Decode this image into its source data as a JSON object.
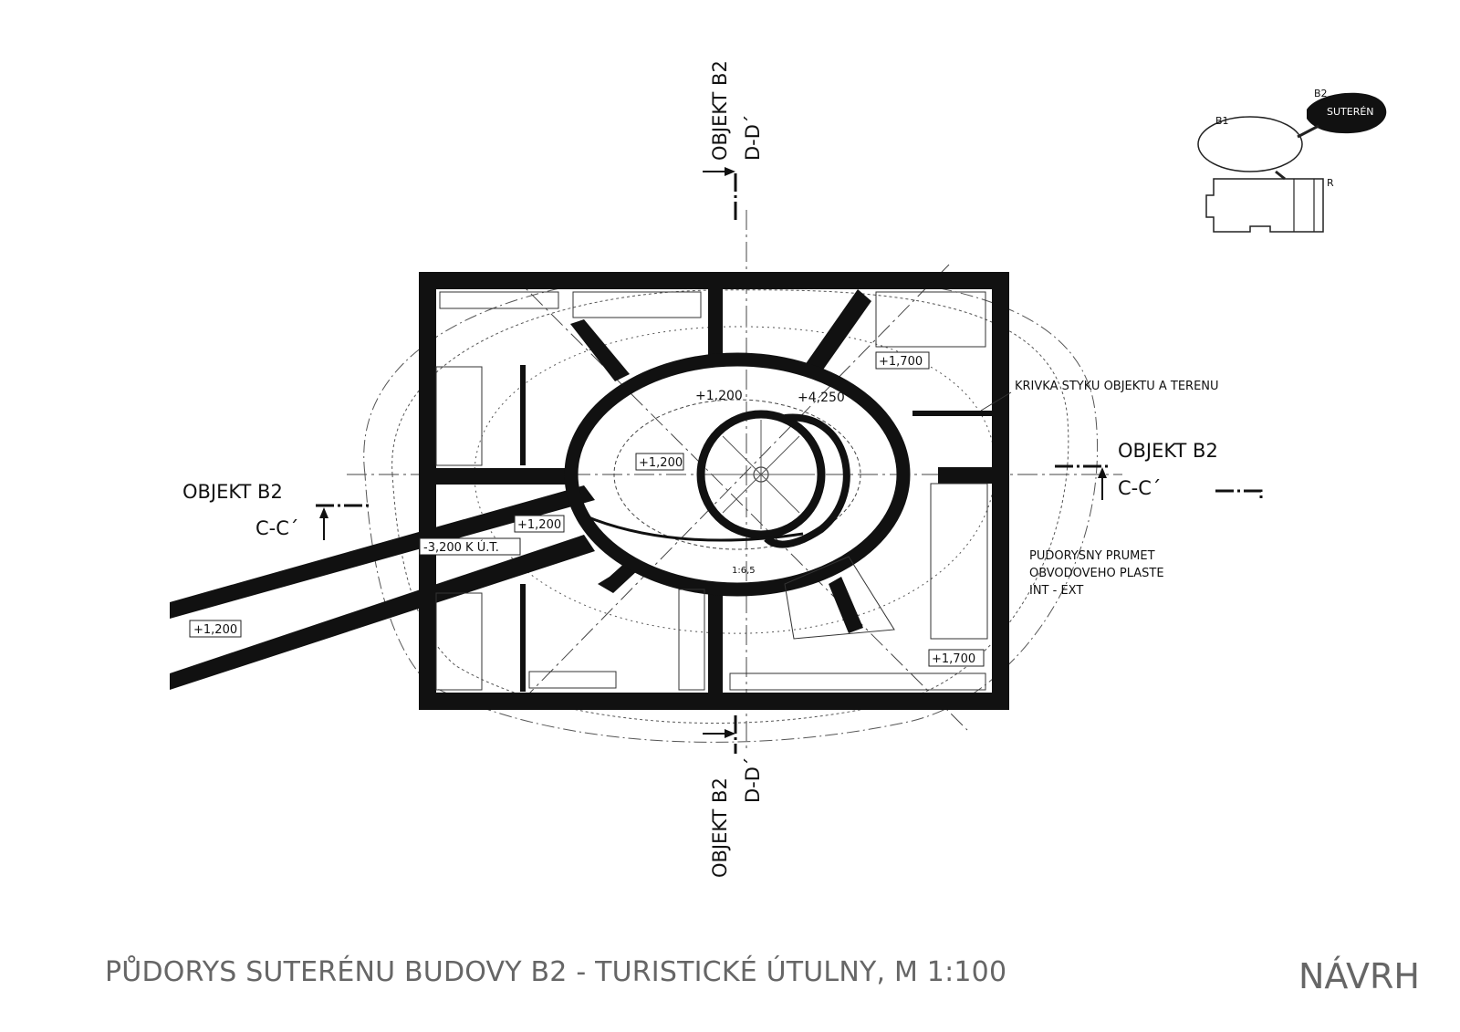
{
  "footer": {
    "title": "PŮDORYS SUTERÉNU BUDOVY B2 - TURISTICKÉ ÚTULNY, M 1:100",
    "status": "NÁVRH"
  },
  "key_plan": {
    "b1": "B1",
    "b2": "B2",
    "r": "R",
    "suteren": "SUTERÉN"
  },
  "sections": {
    "object": "OBJEKT B2",
    "cc": "C-C´",
    "dd": "D-D´"
  },
  "levels": {
    "tunnel": "+1,200",
    "corridor": "+1,200",
    "ellipse_center": "+1,200",
    "ellipse_top": "+1,200",
    "stair_top": "+4,250",
    "storage_top": "+1,700",
    "storage_bottom": "+1,700",
    "ut": "-3,200 K Ú.T."
  },
  "notes": {
    "ramp_slope": "1:6,5",
    "terrain_curve": "KRIVKA STYKU OBJEKTU A TERENU",
    "facade_line1": "PUDORYSNY PRUMET",
    "facade_line2": "OBVODOVEHO PLASTE",
    "facade_line3": "INT - EXT"
  }
}
